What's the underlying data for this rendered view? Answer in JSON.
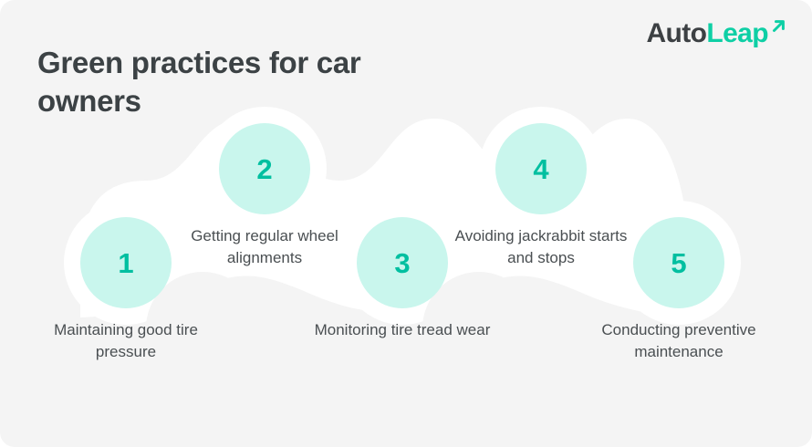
{
  "background_color": "#f4f4f4",
  "brand": {
    "name_part_dark": "Auto",
    "name_part_accent": "Leap",
    "arrow_icon": "arrow-up-right",
    "dark_color": "#3c4043",
    "accent_color": "#0ecfa5"
  },
  "title": "Green practices for car owners",
  "theme": {
    "circle_fill": "#c9f6ed",
    "number_color": "#00bfa0",
    "ribbon_color": "#ffffff",
    "label_color": "#4a4f52"
  },
  "steps": [
    {
      "number": "1",
      "label": "Maintaining good tire pressure",
      "position": "low"
    },
    {
      "number": "2",
      "label": "Getting regular wheel alignments",
      "position": "high"
    },
    {
      "number": "3",
      "label": "Monitoring tire tread wear",
      "position": "low"
    },
    {
      "number": "4",
      "label": "Avoiding jackrabbit starts and stops",
      "position": "high"
    },
    {
      "number": "5",
      "label": "Conducting preventive maintenance",
      "position": "low"
    }
  ]
}
